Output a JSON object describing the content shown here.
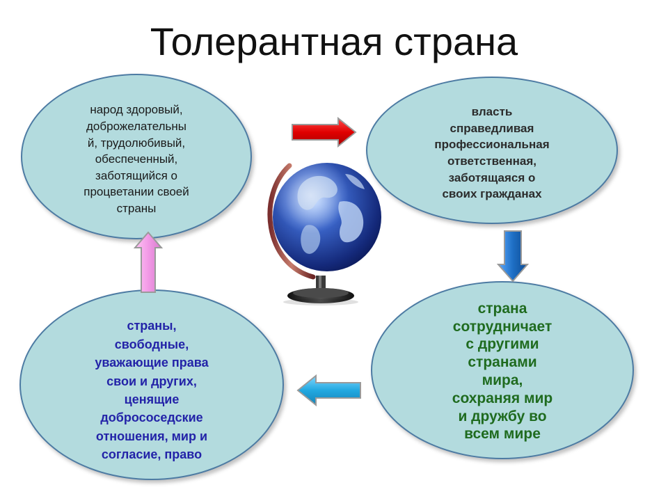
{
  "title": "Толерантная страна",
  "nodes": {
    "people": {
      "text": "народ здоровый,\nдоброжелательны\nй, трудолюбивый,\nобеспеченный,\nзаботящийся о\nпроцветании своей\nстраны"
    },
    "power": {
      "text": "власть\nсправедливая\nпрофессиональная\nответственная,\nзаботящаяся о\nсвоих гражданах"
    },
    "cooperate": {
      "text": "страна\nсотрудничает\nс другими\nстранами\nмира,\nсохраняя мир\nи дружбу во\nвсем мире"
    },
    "countries": {
      "text": "страны,\nсвободные,\nуважающие права\nсвои и других,\nценящие\nдобрососедские\nотношения, мир и\nсогласие, право"
    }
  },
  "colors": {
    "node_fill": "#b3dbde",
    "node_border": "#4d7ba3",
    "arrow_right": "#e00000",
    "arrow_down": "#1e6fc4",
    "arrow_left": "#22a8e0",
    "arrow_up": "#f29ae6"
  },
  "icons": {
    "globe": "globe-icon"
  }
}
